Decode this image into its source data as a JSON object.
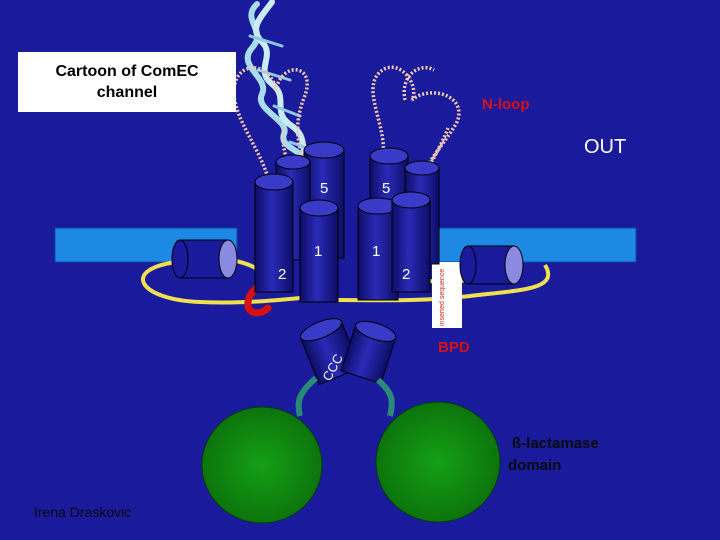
{
  "title": "Cartoon of ComEC\nchannel",
  "labels": {
    "n_loop": "N-loop",
    "out": "OUT",
    "helix_5_left": "5",
    "helix_5_right": "5",
    "helix_1_left": "1",
    "helix_1_right": "1",
    "helix_2_left": "2",
    "helix_2_right": "2",
    "ccc": "CCC",
    "bpd": "BPD",
    "lactamase_line1": "ß-lactamase",
    "lactamase_line2": "domain",
    "author": "Irena Draskovic",
    "insert_text": "inserted sequence"
  },
  "colors": {
    "background": "#1a1a9c",
    "membrane": "#1e88e5",
    "cylinder": "#1a1a9c",
    "loop": "#f0c8b4",
    "dna": "#a8dcf0",
    "connector": "#f0e050",
    "linker": "#2a8a7a",
    "globule": "#118811",
    "bpd_text": "#d81010",
    "n_loop_text": "#d81010",
    "lactamase_text": "#0a0a0a"
  }
}
